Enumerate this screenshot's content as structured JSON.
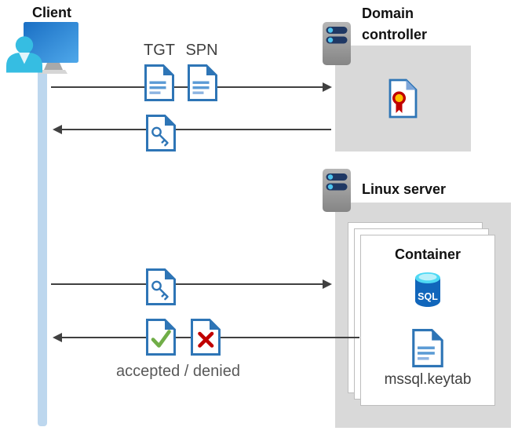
{
  "client": {
    "label": "Client"
  },
  "domain_controller": {
    "label": "Domain controller"
  },
  "linux_server": {
    "label": "Linux server"
  },
  "container": {
    "label": "Container",
    "sql_badge": "SQL",
    "keytab_label": "mssql.keytab"
  },
  "messages": {
    "tgt": "TGT",
    "spn": "SPN",
    "accepted_denied": "accepted / denied"
  },
  "icons": [
    "client-user-monitor-icon",
    "server-icon",
    "certificate-icon",
    "ticket-document-icon",
    "key-ticket-icon",
    "sql-database-icon",
    "keytab-file-icon",
    "accepted-check-icon",
    "denied-cross-icon"
  ],
  "colors": {
    "box_gray": "#d9d9d9",
    "doc_blue": "#2e75b6",
    "doc_line_blue": "#5b9bd5",
    "lifeline_blue": "#bdd7ee",
    "arrow_gray": "#404040",
    "check_green": "#70ad47",
    "cross_red": "#c00000",
    "person_cyan": "#36bde2",
    "monitor_blue": "#1a6fc4",
    "server_bar_navy": "#1f3864",
    "sql_body_blue": "#1166bb",
    "sql_top_cyan": "#4ed9f4",
    "cert_seal_yellow": "#ffc000",
    "cert_seal_red": "#c00000"
  }
}
